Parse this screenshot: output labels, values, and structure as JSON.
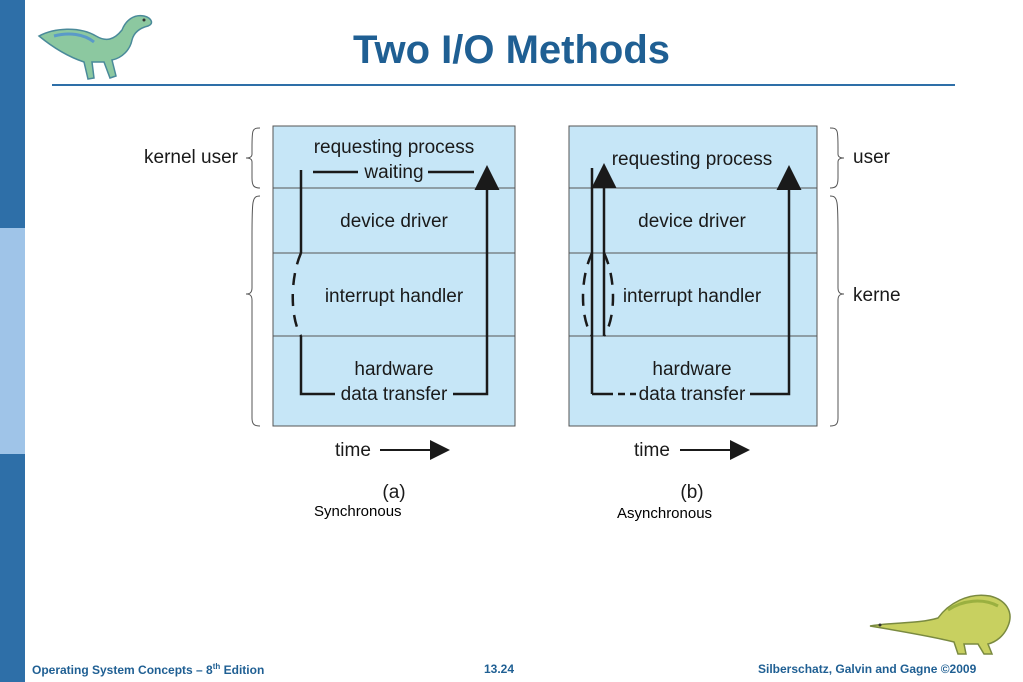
{
  "slide": {
    "title": "Two I/O Methods"
  },
  "diagram_a": {
    "side_labels": {
      "kernel": "kernel",
      "user": "user"
    },
    "rows": [
      "requesting process",
      "waiting",
      "device driver",
      "interrupt handler",
      "hardware",
      "data transfer"
    ],
    "time_label": "time",
    "panel_label": "(a)",
    "caption": "Synchronous"
  },
  "diagram_b": {
    "side_labels": {
      "user": "user",
      "kernel": "kernel"
    },
    "rows": [
      "requesting process",
      "device driver",
      "interrupt handler",
      "hardware",
      "data transfer"
    ],
    "time_label": "time",
    "panel_label": "(b)",
    "caption": "Asynchronous"
  },
  "footer": {
    "left_prefix": "Operating System Concepts – 8",
    "left_sup": "th",
    "left_suffix": " Edition",
    "center": "13.24",
    "right": "Silberschatz, Galvin and Gagne ©2009"
  },
  "colors": {
    "accent": "#1f5f93",
    "sidebar": "#2e6fa8",
    "sidebar_light": "#9fc4e8",
    "box_fill": "#c6e6f7"
  },
  "icons": {
    "top_logo": "dinosaur-icon",
    "bottom_logo": "dinosaur-icon"
  }
}
